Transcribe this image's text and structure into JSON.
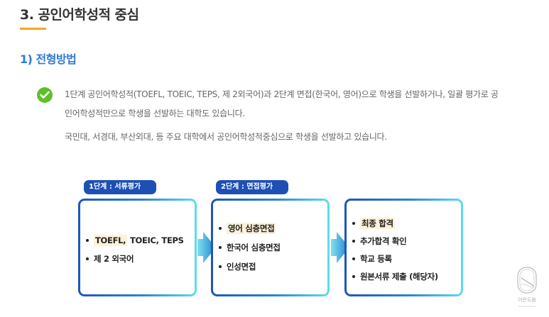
{
  "section": {
    "title": "3. 공인어학성적 중심",
    "accent_color": "#f5a623"
  },
  "subsection": {
    "title": "1) 전형방법",
    "color": "#2e7bd6"
  },
  "description": {
    "icon": "check-circle-icon",
    "line1": "1단계 공인어학성적(TOEFL, TOEIC, TEPS, 제 2외국어)과 2단계 면접(한국어, 영어)으로 학생을 선발하거나, 일괄 평가로 공",
    "line2": "인어학성적만으로 학생을 선발하는 대학도 있습니다.",
    "line3": "국민대, 서경대, 부산외대,  등 주요 대학에서 공인어학성적중심으로 학생을 선발하고 있습니다."
  },
  "flow": {
    "stage1": {
      "label": "1단계 : 서류평가",
      "items": [
        "TOEFL,",
        " TOEIC, TEPS",
        "제 2 외국어"
      ]
    },
    "stage2": {
      "label": "2단계 : 면접평가",
      "items": [
        "영어 심층면접",
        "한국어 심층면접",
        "인성면접"
      ]
    },
    "stage3": {
      "items": [
        "최종 합격",
        "추가합격 확인",
        "학교 등록",
        "원본서류 제출 (해당자)"
      ]
    },
    "arrow_icon": "arrow-right-icon",
    "badge_color": "#1d4fb5",
    "highlight_color": "#fdf1d8"
  },
  "watermark": {
    "text": "이은도움"
  }
}
